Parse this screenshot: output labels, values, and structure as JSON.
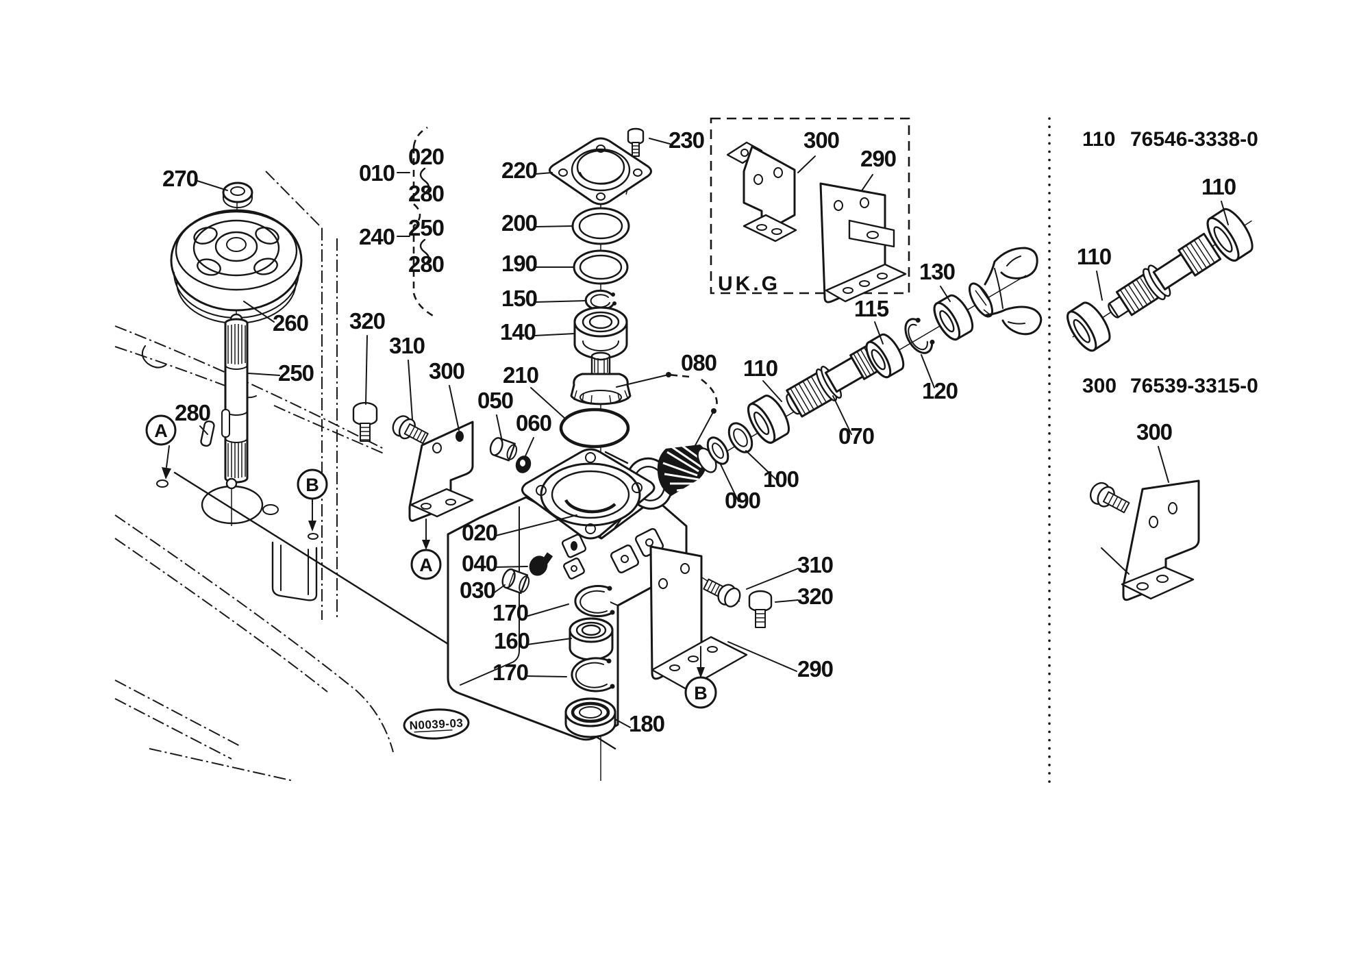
{
  "figure": {
    "stamp": "N0039-03",
    "inset_label": "UK.G",
    "view_refs": {
      "a": "A",
      "b": "B"
    },
    "colors": {
      "ink": "#161616",
      "paper": "#ffffff"
    }
  },
  "callouts": {
    "c010": "010",
    "c020": "020",
    "c030": "030",
    "c040": "040",
    "c050": "050",
    "c060": "060",
    "c070": "070",
    "c080": "080",
    "c090": "090",
    "c100": "100",
    "c110": "110",
    "c115": "115",
    "c120": "120",
    "c130": "130",
    "c140": "140",
    "c150": "150",
    "c160": "160",
    "c170": "170",
    "c180": "180",
    "c190": "190",
    "c200": "200",
    "c210": "210",
    "c220": "220",
    "c230": "230",
    "c240": "240",
    "c250": "250",
    "c260": "260",
    "c270": "270",
    "c280": "280",
    "c290": "290",
    "c300": "300",
    "c310": "310",
    "c320": "320"
  },
  "parts_list": [
    {
      "ref": "110",
      "part_number": "76546-3338-0"
    },
    {
      "ref": "300",
      "part_number": "76539-3315-0"
    }
  ]
}
